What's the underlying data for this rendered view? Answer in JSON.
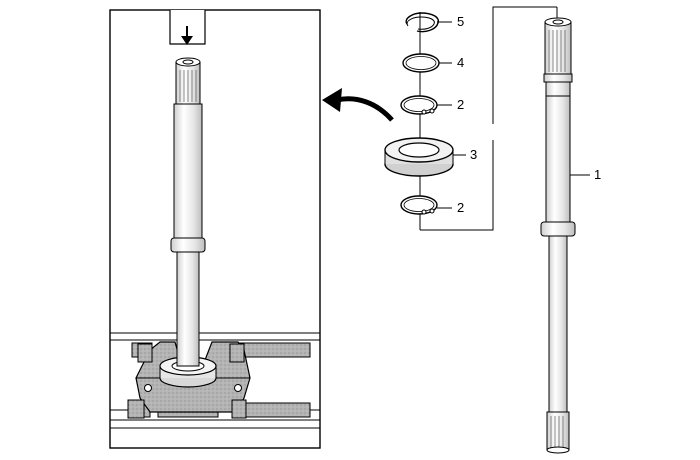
{
  "callouts": [
    {
      "id": "snap-ring-5",
      "label": "5"
    },
    {
      "id": "washer-4",
      "label": "4"
    },
    {
      "id": "retaining-ring-upper",
      "label": "2"
    },
    {
      "id": "bearing-3",
      "label": "3"
    },
    {
      "id": "retaining-ring-lower",
      "label": "2"
    },
    {
      "id": "shaft-1",
      "label": "1"
    }
  ],
  "icons": {
    "press-direction": "down-arrow-icon",
    "transfer": "curved-arrow-icon"
  },
  "colors": {
    "line": "#000000",
    "background": "#ffffff",
    "press_plate_fill": "#b8b8b8",
    "shaft_highlight": "#ffffff",
    "shaft_shade": "#d8d8d8"
  }
}
